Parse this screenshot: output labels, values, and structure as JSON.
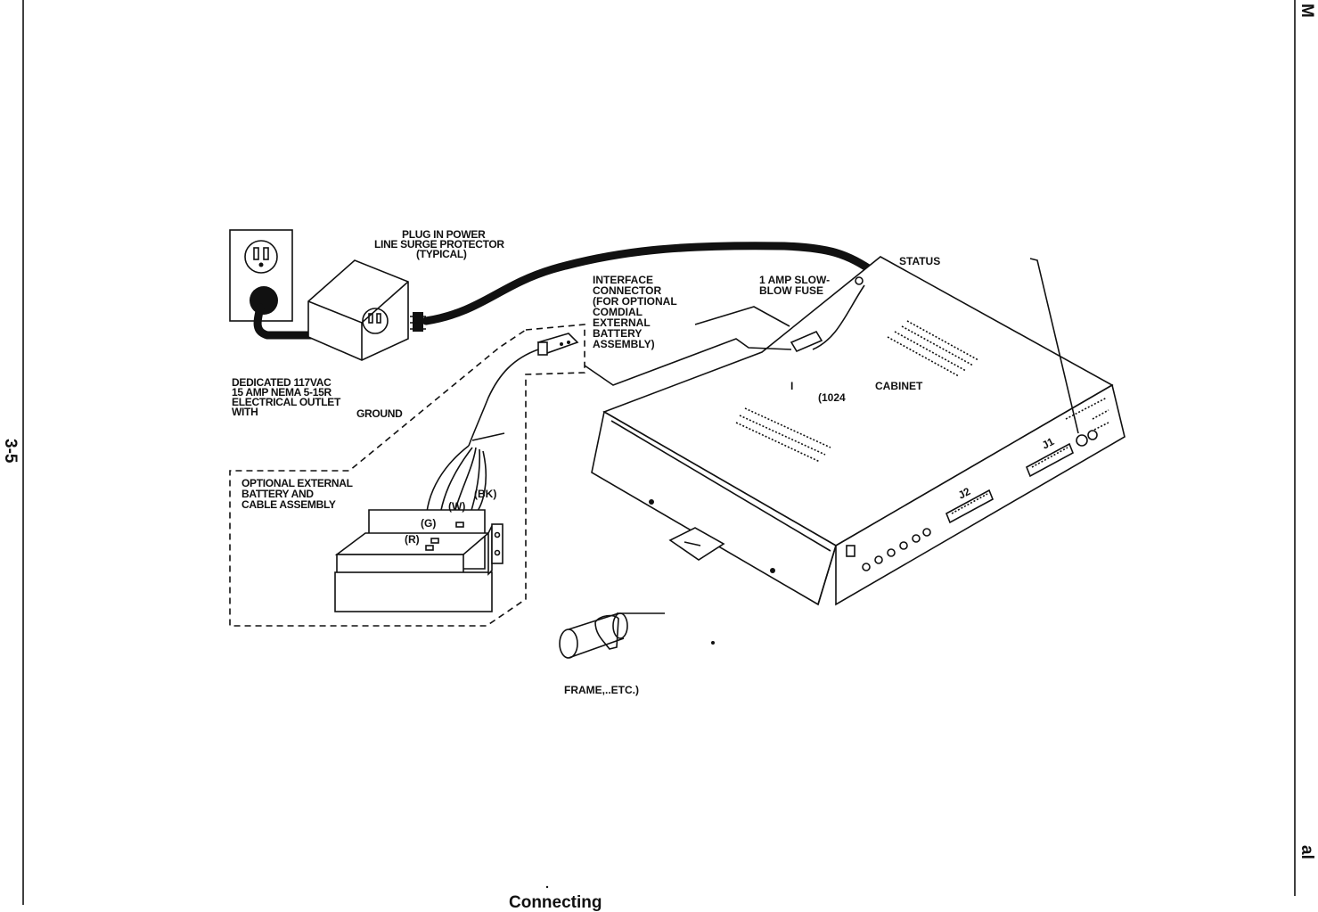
{
  "page": {
    "page_number": "3-5",
    "right_margin_top": "M",
    "right_margin_bottom": "al",
    "caption": "Connecting"
  },
  "labels": {
    "surge_protector": [
      "PLUG IN POWER",
      "LINE SURGE PROTECTOR",
      "(TYPICAL)"
    ],
    "outlet": [
      "DEDICATED 117VAC",
      "15 AMP NEMA 5-15R",
      "ELECTRICAL OUTLET",
      "WITH",
      "GROUND"
    ],
    "interface_connector": [
      "INTERFACE",
      "CONNECTOR",
      "(FOR OPTIONAL",
      "COMDIAL",
      "EXTERNAL",
      "BATTERY",
      "ASSEMBLY)"
    ],
    "fuse": [
      "1 AMP SLOW-",
      "BLOW FUSE"
    ],
    "status": "STATUS",
    "cabinet_prefix": "I",
    "cabinet_model": "(1024",
    "cabinet": "CABINET",
    "battery_assembly": [
      "OPTIONAL EXTERNAL",
      "BATTERY AND",
      "CABLE ASSEMBLY"
    ],
    "wire_bk": "(BK)",
    "wire_w": "(W)",
    "wire_g": "(G)",
    "wire_r": "(R)",
    "j1": "J1",
    "j2": "J2",
    "frame": "FRAME,..ETC.)"
  }
}
